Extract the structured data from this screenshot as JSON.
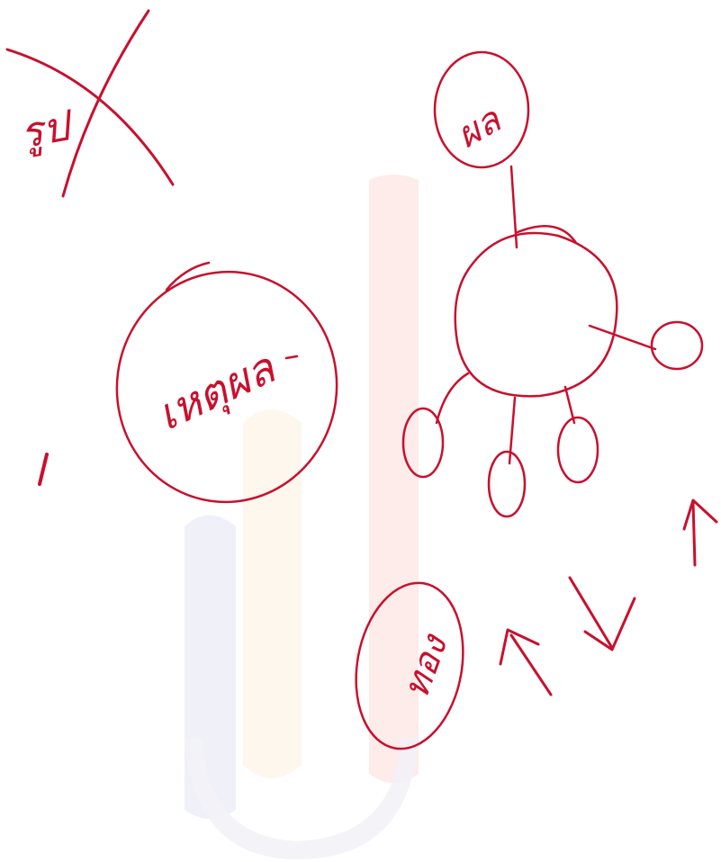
{
  "canvas": {
    "background": "#ffffff",
    "ink_color": "#c8102e",
    "watermark_colors": {
      "left_bar": "#eef0f7",
      "middle_bar": "#fdf6ec",
      "right_bar": "#fde9e6",
      "bottom_bowl": "#f2f2f7"
    }
  },
  "annotations": {
    "crossed_out_word": "รูป",
    "big_circle_word": "เหตุผล",
    "top_small_circle_word": "ผล",
    "bottom_circle_word": "ทอง"
  }
}
